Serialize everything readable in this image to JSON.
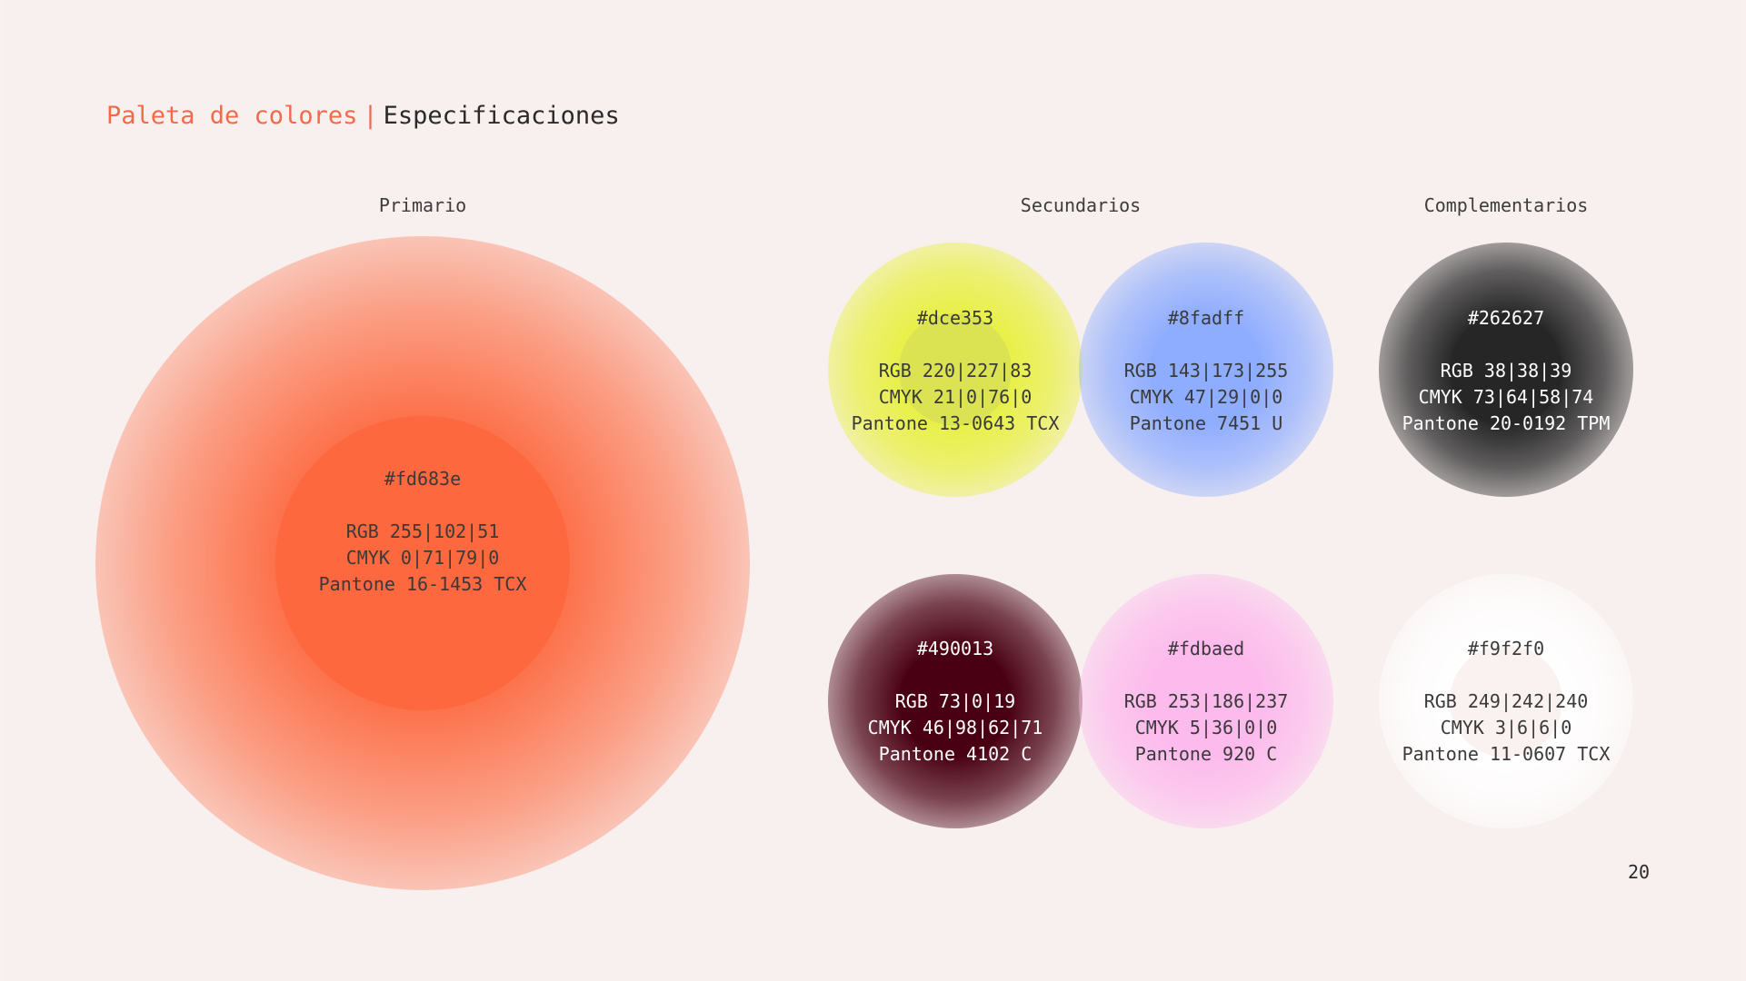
{
  "header": {
    "title_accent": "Paleta de colores",
    "title_separator": "|",
    "title_rest": "Especificaciones"
  },
  "sections": {
    "primary_label": "Primario",
    "secondary_label": "Secundarios",
    "complementary_label": "Complementarios"
  },
  "colors": {
    "primary": {
      "hex": "#fd683e",
      "rgb": "RGB 255|102|51",
      "cmyk": "CMYK 0|71|79|0",
      "pantone": "Pantone 16-1453 TCX",
      "swatch": "#fd683e"
    },
    "secondary": [
      {
        "hex": "#dce353",
        "rgb": "RGB 220|227|83",
        "cmyk": "CMYK 21|0|76|0",
        "pantone": "Pantone 13-0643 TCX",
        "swatch": "#dce353"
      },
      {
        "hex": "#8fadff",
        "rgb": "RGB 143|173|255",
        "cmyk": "CMYK 47|29|0|0",
        "pantone": "Pantone 7451 U",
        "swatch": "#8fadff"
      },
      {
        "hex": "#490013",
        "rgb": "RGB 73|0|19",
        "cmyk": "CMYK 46|98|62|71",
        "pantone": "Pantone 4102 C",
        "swatch": "#490013"
      },
      {
        "hex": "#fdbaed",
        "rgb": "RGB 253|186|237",
        "cmyk": "CMYK 5|36|0|0",
        "pantone": "Pantone 920 C",
        "swatch": "#fdbaed"
      }
    ],
    "complementary": [
      {
        "hex": "#262627",
        "rgb": "RGB 38|38|39",
        "cmyk": "CMYK 73|64|58|74",
        "pantone": "Pantone 20-0192 TPM",
        "swatch": "#262627"
      },
      {
        "hex": "#f9f2f0",
        "rgb": "RGB 249|242|240",
        "cmyk": "CMYK 3|6|6|0",
        "pantone": "Pantone 11-0607 TCX",
        "swatch": "#f9f2f0"
      }
    ]
  },
  "footer": {
    "page_number": "20"
  }
}
